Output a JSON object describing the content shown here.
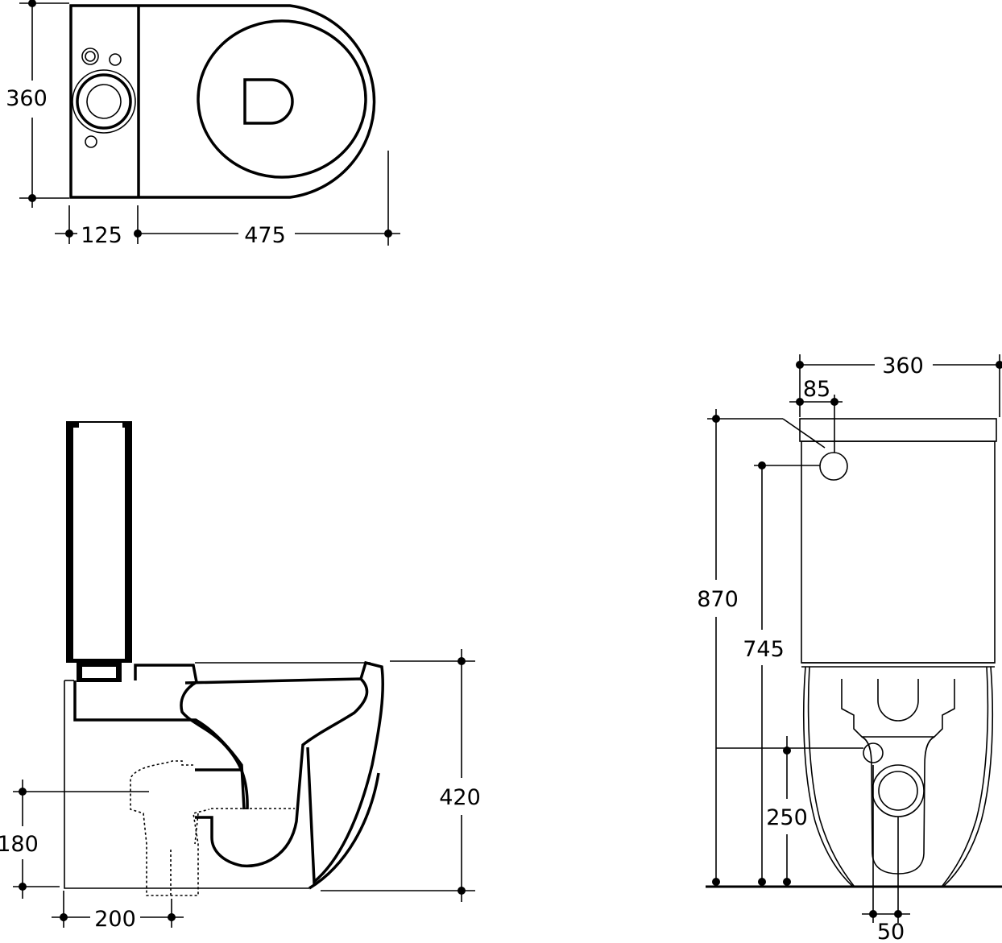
{
  "dimensions": {
    "top_view": {
      "depth": "360",
      "tank_depth": "125",
      "bowl_depth": "475"
    },
    "side_view": {
      "bowl_height": "420",
      "outlet_height": "180",
      "outlet_offset": "200"
    },
    "front_view": {
      "width": "360",
      "inlet_offset": "85",
      "total_height": "870",
      "inlet_height": "745",
      "outlet_height": "250",
      "outlet_offset": "50"
    }
  },
  "colors": {
    "line": "#000000",
    "background": "#ffffff"
  }
}
